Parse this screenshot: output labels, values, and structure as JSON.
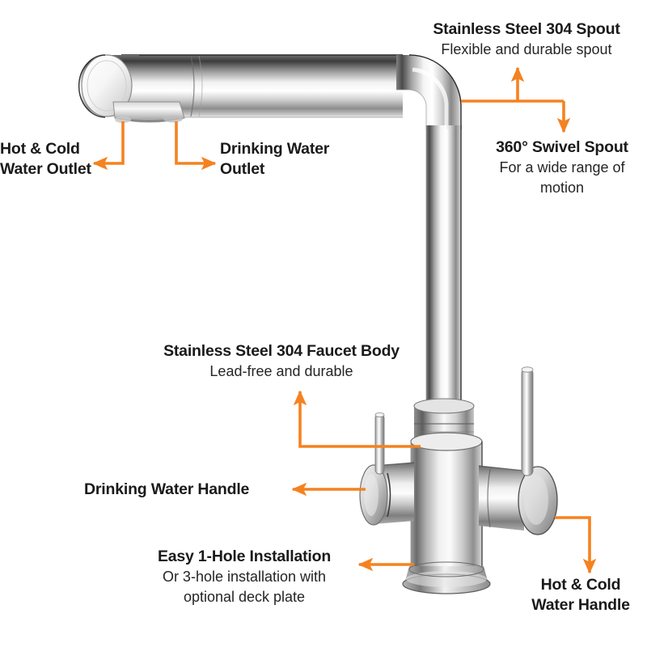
{
  "diagram": {
    "subject": "kitchen-faucet-3-way-filter",
    "background_color": "#ffffff",
    "arrow_color": "#F58220",
    "text_color": "#1a1a1a"
  },
  "callouts": [
    {
      "id": "spout",
      "title": "Stainless Steel 304 Spout",
      "subtitle": "Flexible and durable spout"
    },
    {
      "id": "swivel",
      "title": "360° Swivel Spout",
      "subtitle": "For a wide range of motion"
    },
    {
      "id": "hot_cold_outlet",
      "title": "Hot & Cold Water Outlet",
      "subtitle": ""
    },
    {
      "id": "drinking_outlet",
      "title": "Drinking Water Outlet",
      "subtitle": ""
    },
    {
      "id": "faucet_body",
      "title": "Stainless Steel 304 Faucet Body",
      "subtitle": "Lead-free and durable"
    },
    {
      "id": "drinking_handle",
      "title": "Drinking Water Handle",
      "subtitle": ""
    },
    {
      "id": "installation",
      "title": "Easy 1-Hole Installation",
      "subtitle": "Or 3-hole installation with optional deck plate"
    },
    {
      "id": "hot_cold_handle",
      "title": "Hot & Cold Water Handle",
      "subtitle": ""
    }
  ],
  "labels": {
    "spout_title": "Stainless Steel 304 Spout",
    "spout_sub": "Flexible and durable spout",
    "swivel_title": "360° Swivel Spout",
    "swivel_sub": "For a wide range of motion",
    "hotcold_outlet_line1": "Hot & Cold",
    "hotcold_outlet_line2": "Water Outlet",
    "drinking_outlet_line1": "Drinking Water",
    "drinking_outlet_line2": "Outlet",
    "body_title": "Stainless Steel 304 Faucet Body",
    "body_sub": "Lead-free and durable",
    "drinking_handle_title": "Drinking Water Handle",
    "install_title": "Easy 1-Hole Installation",
    "install_sub_line1": "Or 3-hole installation with",
    "install_sub_line2": "optional deck plate",
    "hotcold_handle_line1": "Hot & Cold",
    "hotcold_handle_line2": "Water Handle"
  }
}
